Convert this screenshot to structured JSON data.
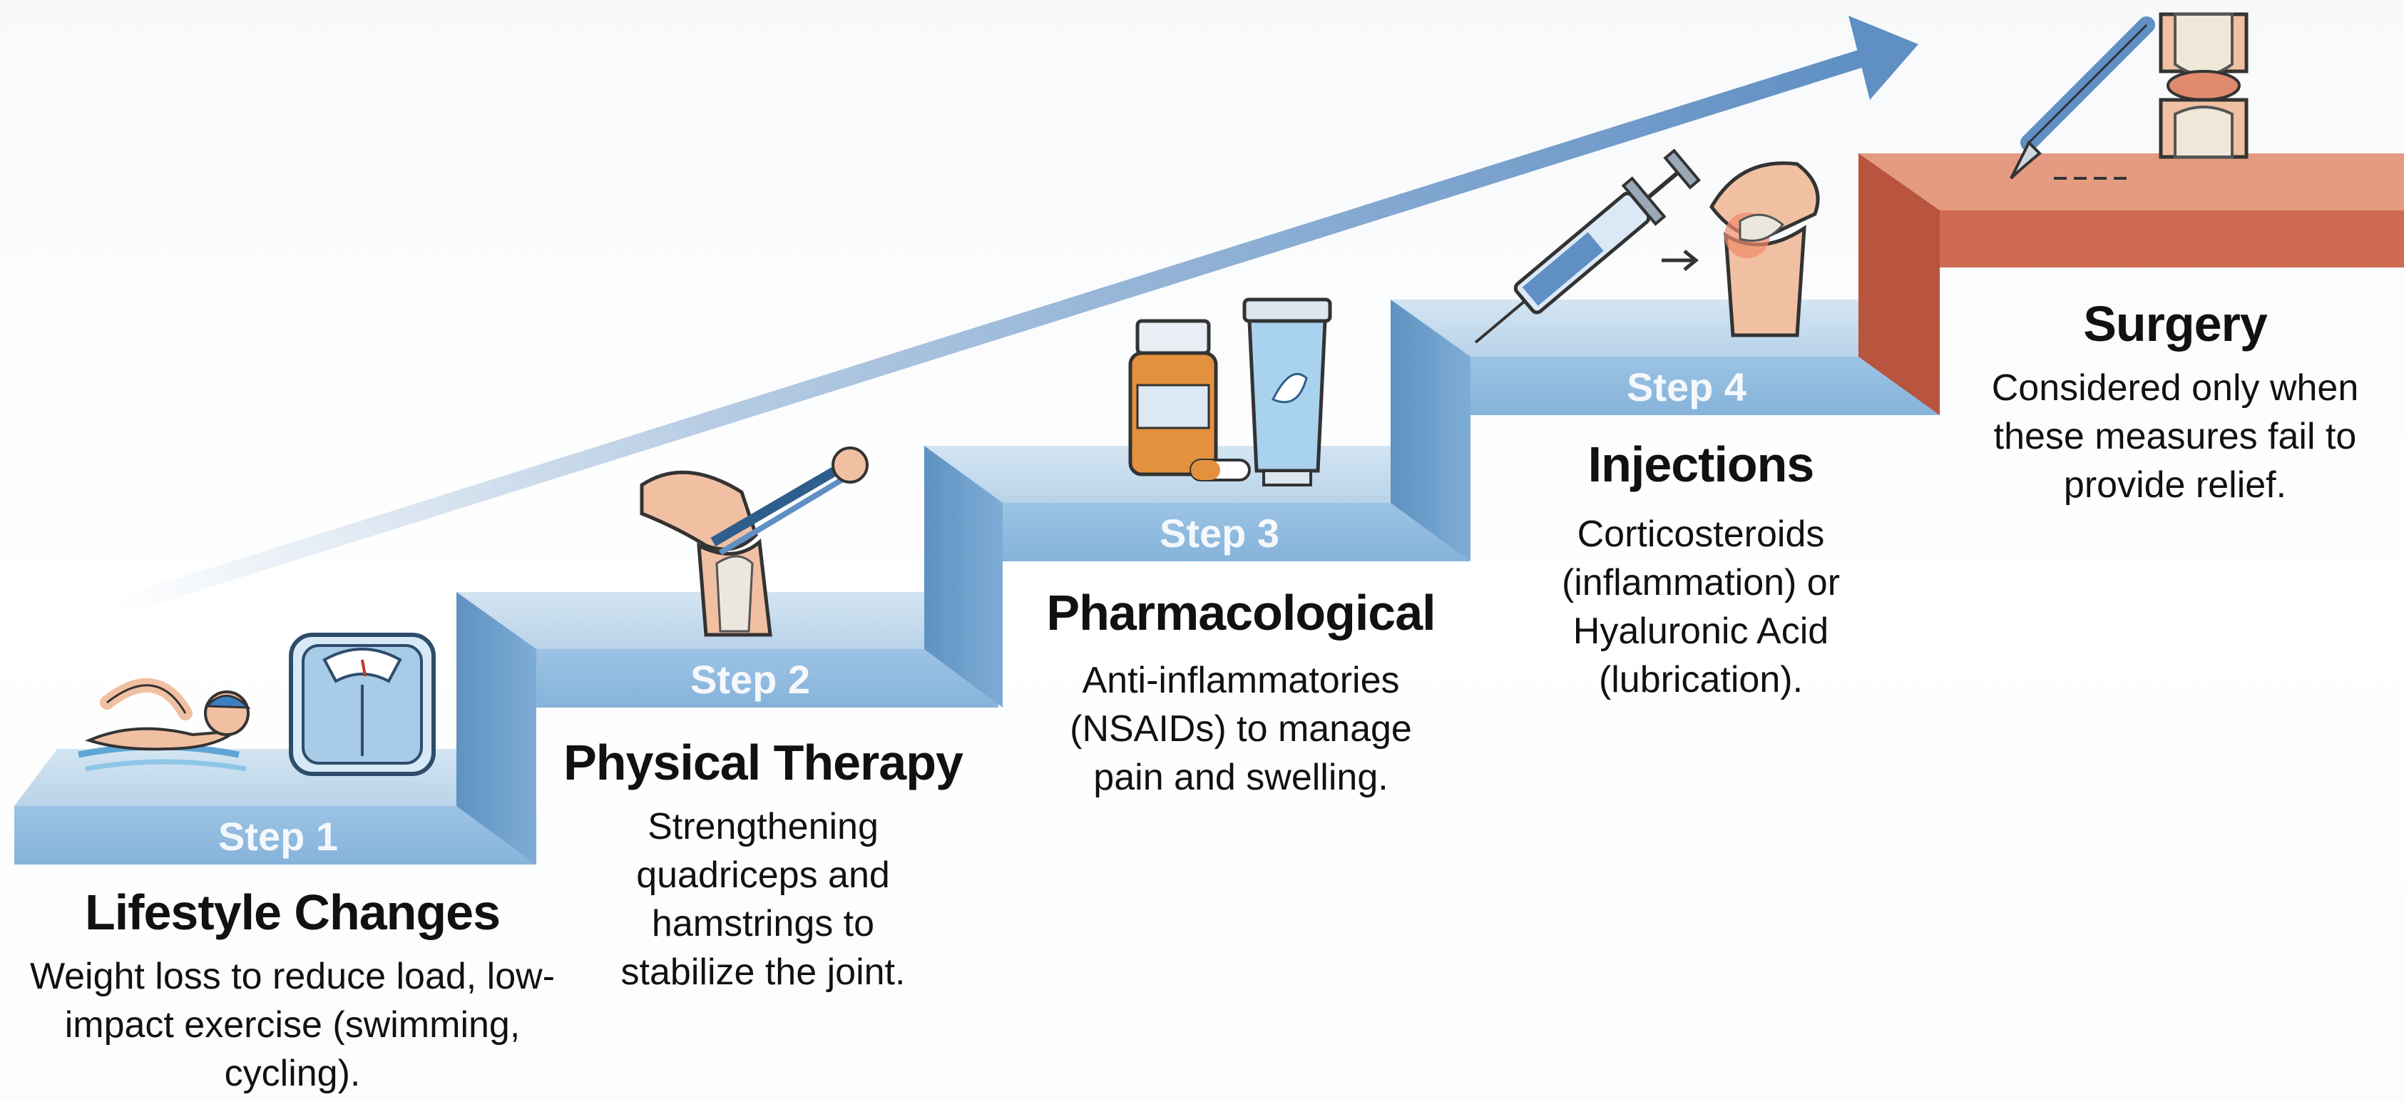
{
  "steps": [
    {
      "label": "Step 1",
      "title": "Lifestyle Changes",
      "description": "Weight loss to reduce load, low-impact exercise (swimming, cycling).",
      "icons": [
        "swimmer-icon",
        "scale-icon"
      ]
    },
    {
      "label": "Step 2",
      "title": "Physical Therapy",
      "description": "Strengthening quadriceps and hamstrings to stabilize the joint.",
      "icons": [
        "knee-band-exercise-icon"
      ]
    },
    {
      "label": "Step 3",
      "title": "Pharmacological",
      "description": "Anti-inflammatories (NSAIDs) to manage pain and swelling.",
      "icons": [
        "pill-bottle-icon",
        "pill-icon",
        "cream-tube-icon"
      ]
    },
    {
      "label": "Step 4",
      "title": "Injections",
      "description": "Corticosteroids (inflammation) or Hyaluronic Acid (lubrication).",
      "icons": [
        "syringe-icon",
        "inflamed-knee-icon"
      ]
    }
  ],
  "final": {
    "title": "Surgery",
    "description": "Considered only when these measures fail to provide relief.",
    "icons": [
      "scalpel-icon",
      "knee-joint-icon"
    ]
  },
  "colors": {
    "step_top": "#c5dced",
    "step_front": "#8cb8de",
    "step_side": "#6f9fc9",
    "surgery_top": "#e59a80",
    "surgery_front": "#cd6850",
    "arrow": "#5f8fc3"
  }
}
